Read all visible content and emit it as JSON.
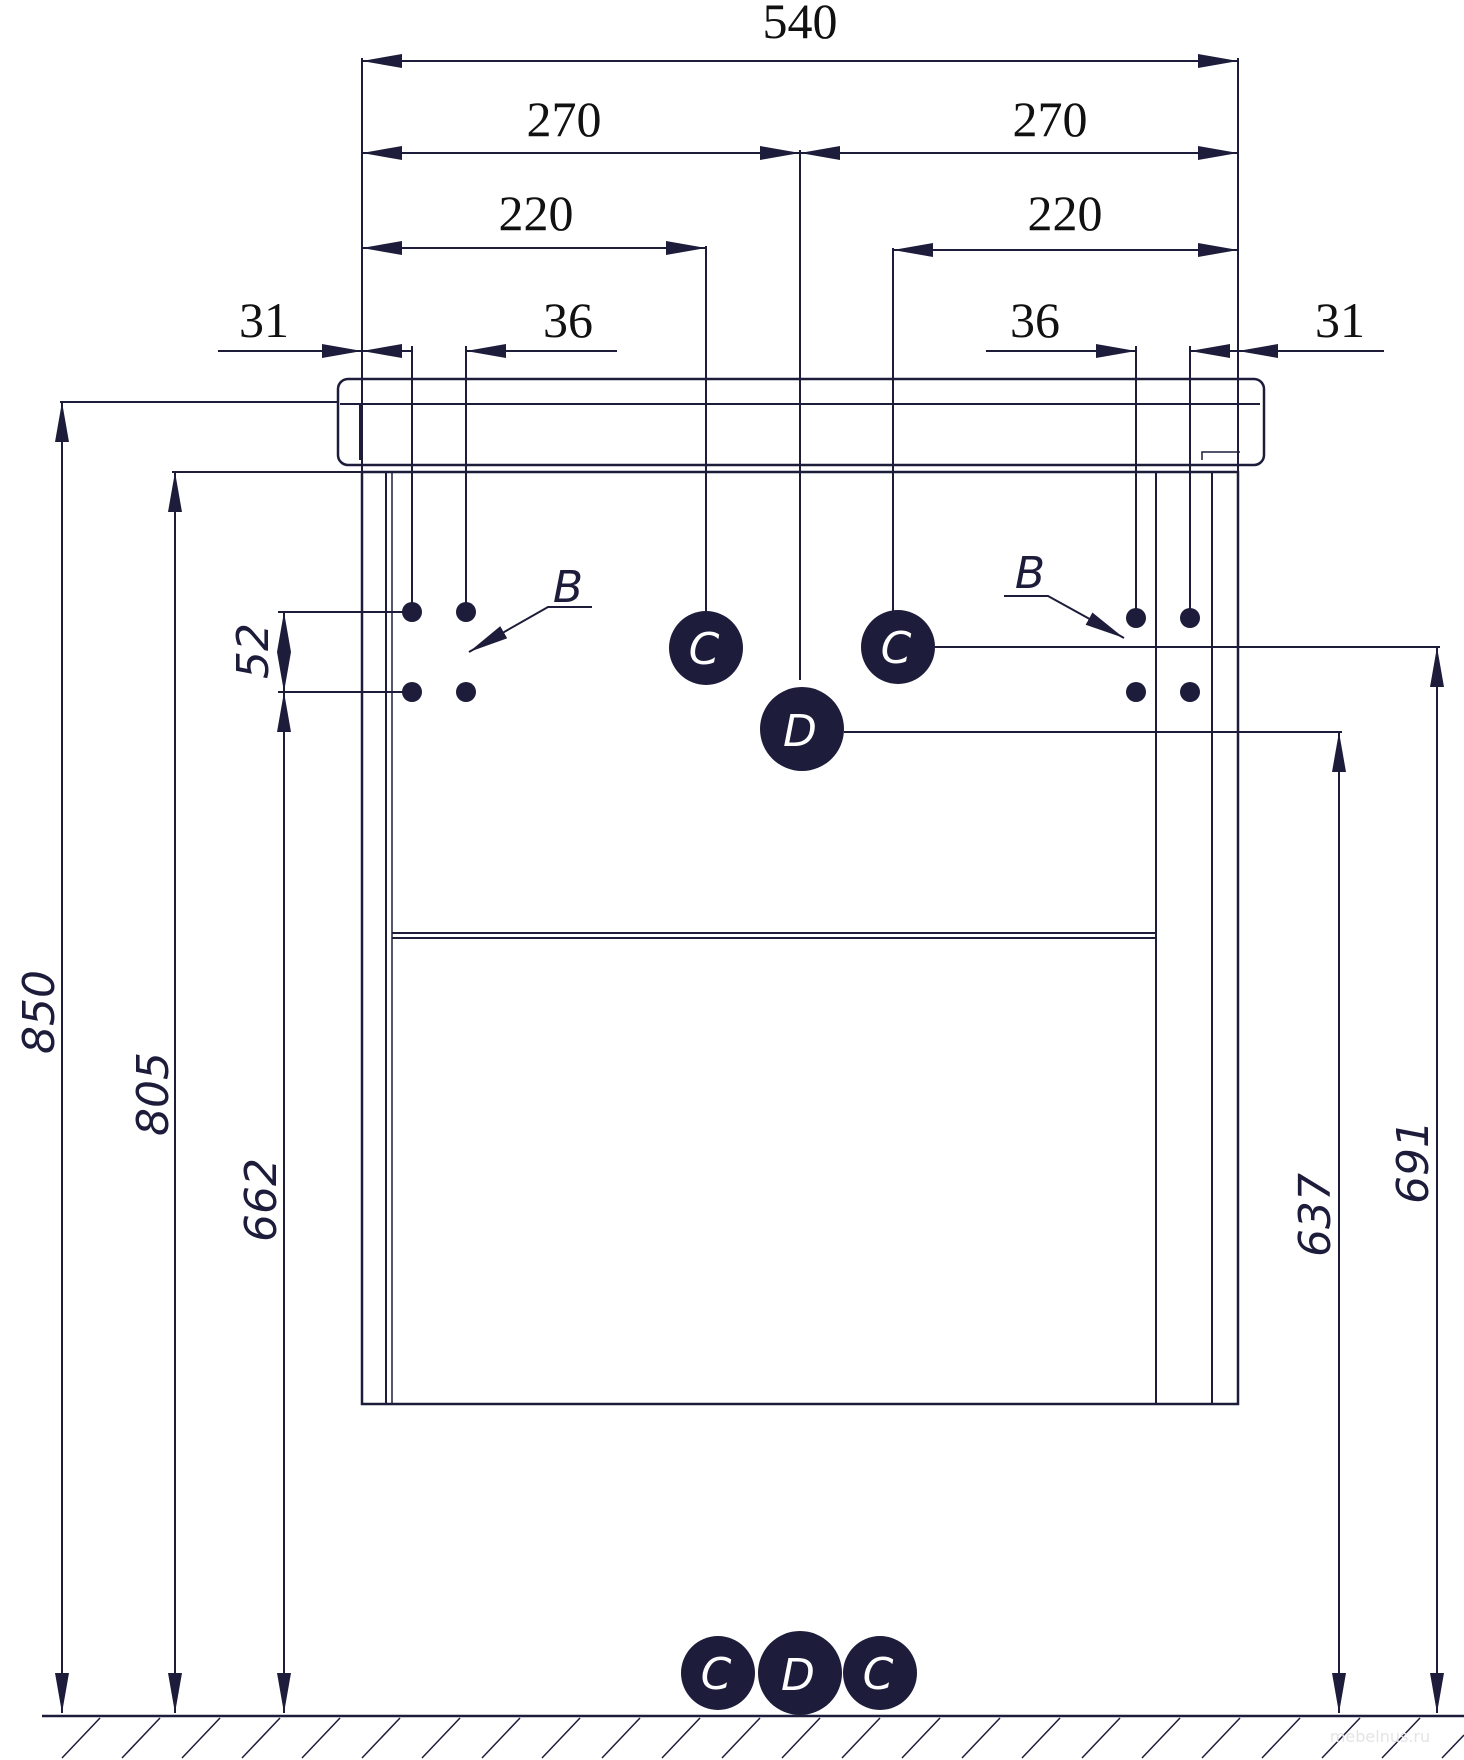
{
  "colors": {
    "ink": "#1d1d3b",
    "badge": "#1d1d3b",
    "paper": "#ffffff"
  },
  "dimensions": {
    "total_width": "540",
    "half_left": "270",
    "half_right": "270",
    "c_left": "220",
    "c_right": "220",
    "edge_left": "31",
    "bolt_left": "36",
    "bolt_right": "36",
    "edge_right": "31",
    "total_height": "850",
    "cabinet_height": "805",
    "bolt_lower_height": "662",
    "bolt_spacing": "52",
    "d_height": "637",
    "c_height": "691"
  },
  "callouts": {
    "b_left": "B",
    "b_right": "B"
  },
  "badges": {
    "c_left": "C",
    "c_right": "C",
    "d_center": "D",
    "floor_c_left": "C",
    "floor_d": "D",
    "floor_c_right": "C"
  },
  "watermark": "mebelnus.ru"
}
